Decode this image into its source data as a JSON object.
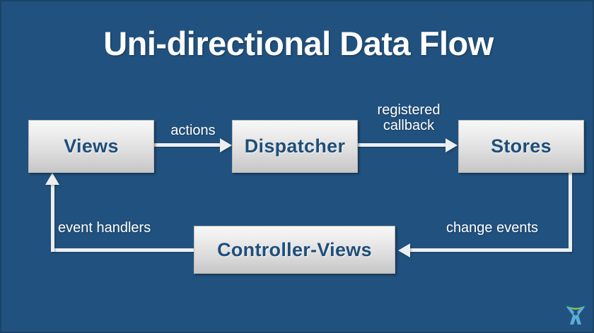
{
  "slide": {
    "title": "Uni-directional Data Flow",
    "background_color": "#21527f",
    "title_color": "#ffffff",
    "node_text_color": "#1f4e79",
    "connector_color": "#eceff1"
  },
  "nodes": [
    {
      "id": "views",
      "label": "Views"
    },
    {
      "id": "dispatcher",
      "label": "Dispatcher"
    },
    {
      "id": "stores",
      "label": "Stores"
    },
    {
      "id": "controller",
      "label": "Controller-Views"
    }
  ],
  "edges": [
    {
      "id": "views-to-dispatcher",
      "label": "actions",
      "from": "views",
      "to": "dispatcher",
      "direction": "right"
    },
    {
      "id": "dispatcher-to-stores",
      "label": "registered\ncallback",
      "from": "dispatcher",
      "to": "stores",
      "direction": "right"
    },
    {
      "id": "stores-to-controller",
      "label": "change events",
      "from": "stores",
      "to": "controller",
      "direction": "left"
    },
    {
      "id": "controller-to-views",
      "label": "event handlers",
      "from": "controller",
      "to": "views",
      "direction": "up"
    }
  ],
  "logo": {
    "name": "company-logo",
    "figure_color": "#5bacd6",
    "arc_color": "#8cc63f"
  }
}
